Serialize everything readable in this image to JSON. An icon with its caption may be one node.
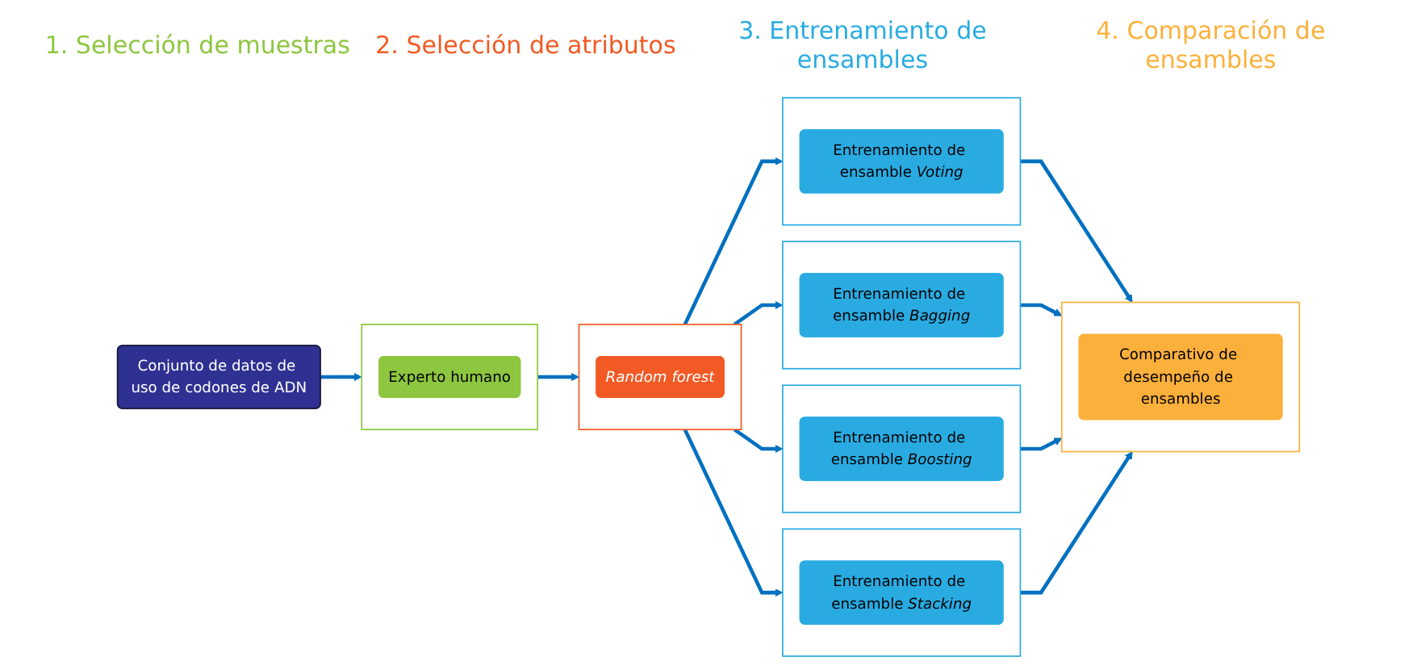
{
  "diagram": {
    "nodes": [
      {
        "text": [
          "Conjunto de datos de uso de codones de ADN"
        ]
      },
      {
        "text": [],
        "shape": "box"
      },
      {
        "text": [
          "Experto humano"
        ],
        "in": 1
      },
      {
        "text": [],
        "shape": "box"
      },
      {
        "text": [
          "Random forest"
        ],
        "in": 3
      },
      {
        "text": [],
        "shape": "box"
      },
      {
        "text": [
          "Entrenamiento de ensamble *Voting*"
        ],
        "in": 5
      },
      {
        "text": [],
        "shape": "box"
      },
      {
        "text": [
          "Entrenamiento de ensamble *Bagging*"
        ],
        "in": 7
      },
      {
        "text": [],
        "shape": "box"
      },
      {
        "text": [
          "Entrenamiento de ensamble *Boosting*"
        ],
        "in": 9
      },
      {
        "text": [],
        "shape": "box"
      },
      {
        "text": [
          "Entrenamiento de ensamble *Stacking*"
        ],
        "in": 11
      },
      {
        "text": [],
        "shape": "box"
      },
      {
        "text": [
          "Comparativo de desempeño de ensambles"
        ],
        "in": 13
      }
    ],
    "edges": [
      {
        "from": 0,
        "to": 1,
        "arrow": "to"
      },
      {
        "from": 1,
        "to": 3,
        "arrow": "to"
      },
      {
        "from": 3,
        "to": 5,
        "arrow": "to"
      },
      {
        "from": 3,
        "to": 7,
        "arrow": "to"
      },
      {
        "from": 3,
        "to": 9,
        "arrow": "to"
      },
      {
        "from": 3,
        "to": 11,
        "arrow": "to"
      },
      {
        "from": 5,
        "to": 13,
        "arrow": "to"
      },
      {
        "from": 7,
        "to": 13,
        "arrow": "to"
      },
      {
        "from": 9,
        "to": 13,
        "arrow": "to"
      },
      {
        "from": 11,
        "to": 13,
        "arrow": "to"
      }
    ],
    "labels": [
      "1. Selección de muestras",
      "2. Selección de atributos",
      "3. Entrenamiento de ensambles",
      "4. Comparación de ensambles"
    ]
  }
}
